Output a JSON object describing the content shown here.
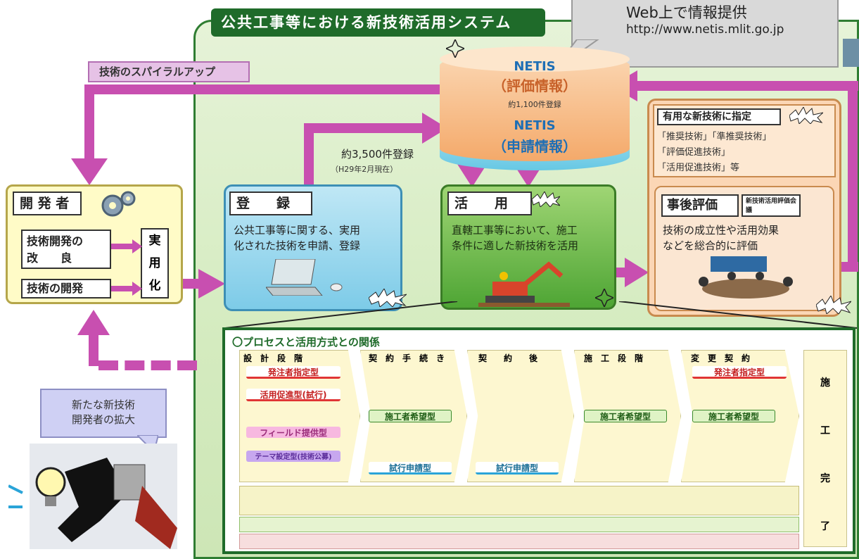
{
  "title": "公共工事等における新技術活用システム",
  "callout": {
    "heading": "Web上で情報提供",
    "url": "http://www.netis.mlit.go.jp"
  },
  "spiral_label": "技術のスパイラルアップ",
  "netis": {
    "top_name": "NETIS",
    "top_sub": "（評価情報）",
    "top_count": "約1,100件登録",
    "bot_name": "NETIS",
    "bot_sub": "（申請情報）"
  },
  "reg_count": "約3,500件登録",
  "reg_date": "（H29年2月現在）",
  "developer": {
    "title": "開 発 者",
    "item1_line1": "技術開発の",
    "item1_line2": "改　　良",
    "item2": "技術の開発",
    "practical": [
      "実",
      "用",
      "化"
    ]
  },
  "register": {
    "title": "登　　録",
    "line1": "公共工事等に関する、実用",
    "line2": "化された技術を申請、登録"
  },
  "use": {
    "title": "活　　用",
    "line1": "直轄工事等において、施工",
    "line2": "条件に適した新技術を活用"
  },
  "useful": {
    "title": "有用な新技術に指定",
    "line1": "「推奨技術」「準推奨技術」",
    "line2": "「評価促進技術」",
    "line3": "「活用促進技術」等"
  },
  "post_eval": {
    "title": "事後評価",
    "badge": "新技術活用評価会議",
    "line1": "技術の成立性や活用効果",
    "line2": "などを総合的に評価"
  },
  "new_devs": {
    "line1": "新たな新技術",
    "line2": "開発者の拡大"
  },
  "process": {
    "heading": "〇プロセスと活用方式との関係",
    "stages": [
      "設　計　段　階",
      "契　約　手　続　き",
      "契　　約　　後",
      "施　工　段　階",
      "変　更　契　約"
    ],
    "design_tags": [
      "発注者指定型",
      "活用促進型(試行)",
      "フィールド提供型",
      "テーマ設定型(技術公募)"
    ],
    "contractor_tag": "施工者希望型",
    "trial_tag": "試行申請型",
    "change_tag": "発注者指定型",
    "complete": [
      "施",
      "工",
      "完",
      "了"
    ]
  },
  "colors": {
    "accent_green": "#1f6b2a",
    "magenta_arrow": "#c84fb0",
    "netis_blue": "#1f6fb5"
  }
}
